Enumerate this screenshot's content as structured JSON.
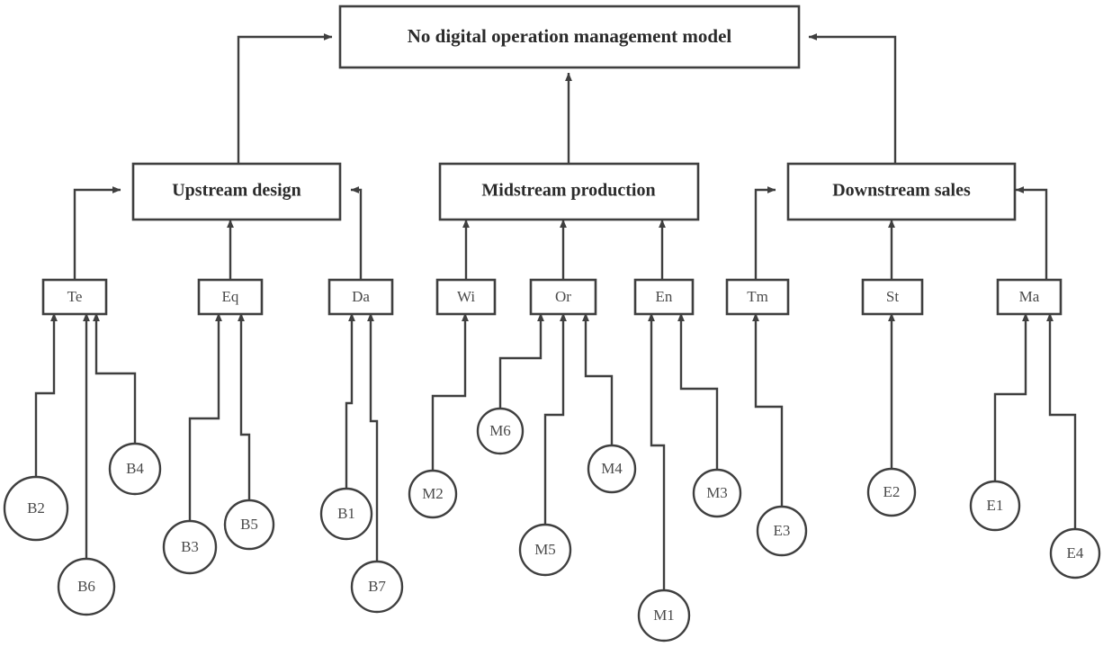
{
  "diagram": {
    "type": "hierarchy-tree",
    "orientation": "bottom-up",
    "root": {
      "id": "root",
      "label": "No digital operation management model"
    },
    "levels": [
      {
        "name": "stage-level",
        "nodes": [
          {
            "id": "upstream",
            "label": "Upstream design"
          },
          {
            "id": "midstream",
            "label": "Midstream production"
          },
          {
            "id": "downstream",
            "label": "Downstream sales"
          }
        ]
      },
      {
        "name": "factor-level",
        "nodes": [
          {
            "id": "Te",
            "label": "Te",
            "parent": "upstream"
          },
          {
            "id": "Eq",
            "label": "Eq",
            "parent": "upstream"
          },
          {
            "id": "Da",
            "label": "Da",
            "parent": "upstream"
          },
          {
            "id": "Wi",
            "label": "Wi",
            "parent": "midstream"
          },
          {
            "id": "Or",
            "label": "Or",
            "parent": "midstream"
          },
          {
            "id": "En",
            "label": "En",
            "parent": "midstream"
          },
          {
            "id": "Tm",
            "label": "Tm",
            "parent": "downstream"
          },
          {
            "id": "St",
            "label": "St",
            "parent": "downstream"
          },
          {
            "id": "Ma",
            "label": "Ma",
            "parent": "downstream"
          }
        ]
      },
      {
        "name": "leaf-level",
        "nodes": [
          {
            "id": "B2",
            "label": "B2",
            "parent": "Te"
          },
          {
            "id": "B6",
            "label": "B6",
            "parent": "Te"
          },
          {
            "id": "B4",
            "label": "B4",
            "parent": "Te"
          },
          {
            "id": "B3",
            "label": "B3",
            "parent": "Eq"
          },
          {
            "id": "B5",
            "label": "B5",
            "parent": "Eq"
          },
          {
            "id": "B1",
            "label": "B1",
            "parent": "Da"
          },
          {
            "id": "B7",
            "label": "B7",
            "parent": "Da"
          },
          {
            "id": "M2",
            "label": "M2",
            "parent": "Wi"
          },
          {
            "id": "M6",
            "label": "M6",
            "parent": "Or"
          },
          {
            "id": "M5",
            "label": "M5",
            "parent": "Or"
          },
          {
            "id": "M4",
            "label": "M4",
            "parent": "Or"
          },
          {
            "id": "M1",
            "label": "M1",
            "parent": "En"
          },
          {
            "id": "M3",
            "label": "M3",
            "parent": "En"
          },
          {
            "id": "E3",
            "label": "E3",
            "parent": "Tm"
          },
          {
            "id": "E2",
            "label": "E2",
            "parent": "St"
          },
          {
            "id": "E1",
            "label": "E1",
            "parent": "Ma"
          },
          {
            "id": "E4",
            "label": "E4",
            "parent": "Ma"
          }
        ]
      }
    ],
    "colors": {
      "stroke": "#3f3f3f",
      "fill": "#ffffff",
      "text": "#2b2b2b",
      "text_light": "#4a4a4a",
      "background": "#ffffff"
    }
  }
}
